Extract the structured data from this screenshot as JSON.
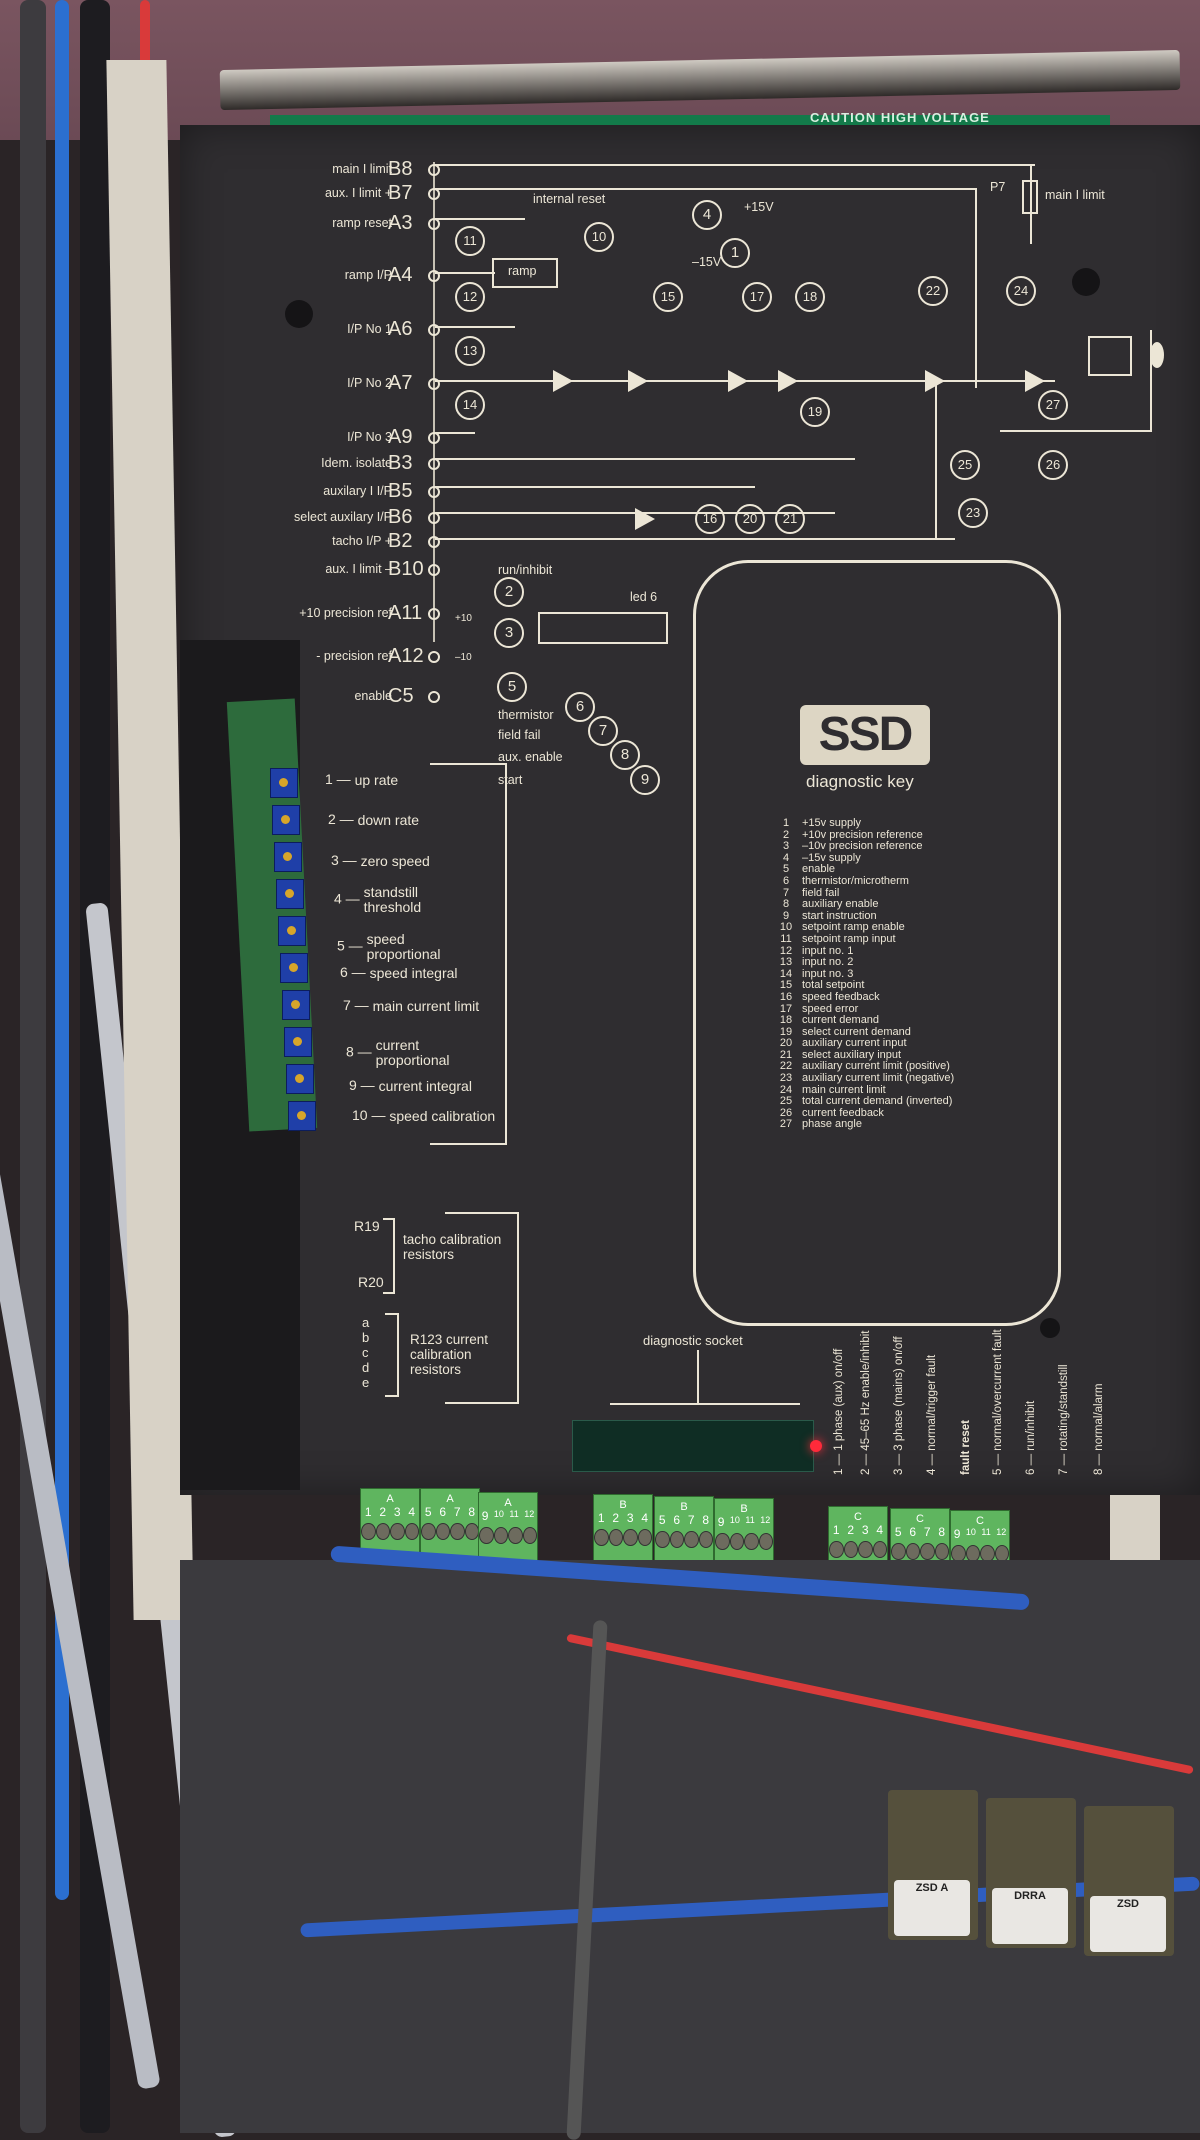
{
  "scene": {
    "description": "Photograph of an SSD DC drive controller panel mounted in an electrical cabinet, with wiring, green terminal blocks and relays",
    "colors": {
      "panel": "#2f2d30",
      "print": "#ece6d6",
      "terminal_green": "#5fb55f",
      "pcb_green": "#137a4a",
      "led_red": "#ff2a3a",
      "wire_blue": "#3a78d8",
      "wire_red": "#d93a3a"
    }
  },
  "top_strip": {
    "caution": "CAUTION HIGH VOLTAGE"
  },
  "input_terminals": [
    {
      "label": "main I limit",
      "terminal": "B8"
    },
    {
      "label": "aux. I limit +",
      "terminal": "B7"
    },
    {
      "label": "ramp reset",
      "terminal": "A3"
    },
    {
      "label": "ramp I/P",
      "terminal": "A4"
    },
    {
      "label": "I/P No 1",
      "terminal": "A6"
    },
    {
      "label": "I/P No 2",
      "terminal": "A7"
    },
    {
      "label": "I/P No 3",
      "terminal": "A9"
    },
    {
      "label": "Idem. isolate",
      "terminal": "B3"
    },
    {
      "label": "auxilary I I/P",
      "terminal": "B5"
    },
    {
      "label": "select auxilary I/P",
      "terminal": "B6"
    },
    {
      "label": "tacho I/P +",
      "terminal": "B2"
    },
    {
      "label": "aux. I limit –",
      "terminal": "B10"
    },
    {
      "label": "+10 precision ref",
      "terminal": "A11"
    },
    {
      "label": "- precision ref",
      "terminal": "A12"
    },
    {
      "label": "enable",
      "terminal": "C5"
    }
  ],
  "diagram": {
    "internal_reset": "internal reset",
    "ramp_block": "ramp",
    "plus15": "+15V",
    "minus15": "–15V",
    "plus10": "+10",
    "minus10": "–10",
    "p7": "P7",
    "main_limit": "main I limit",
    "run_inhibit": "run/inhibit",
    "led6": "led 6",
    "thermistor": "thermistor",
    "field_fail": "field fail",
    "aux_enable": "aux. enable",
    "start": "start",
    "test_points": [
      "1",
      "2",
      "3",
      "4",
      "5",
      "6",
      "7",
      "8",
      "9",
      "10",
      "11",
      "12",
      "13",
      "14",
      "15",
      "16",
      "17",
      "18",
      "19",
      "20",
      "21",
      "22",
      "23",
      "24",
      "25",
      "26",
      "27"
    ]
  },
  "potentiometers": [
    {
      "n": "1",
      "label": "up rate"
    },
    {
      "n": "2",
      "label": "down rate"
    },
    {
      "n": "3",
      "label": "zero speed"
    },
    {
      "n": "4",
      "label": "standstill threshold"
    },
    {
      "n": "5",
      "label": "speed proportional"
    },
    {
      "n": "6",
      "label": "speed integral"
    },
    {
      "n": "7",
      "label": "main current limit"
    },
    {
      "n": "8",
      "label": "current proportional"
    },
    {
      "n": "9",
      "label": "current integral"
    },
    {
      "n": "10",
      "label": "speed calibration"
    }
  ],
  "resistors": {
    "r19": "R19",
    "r20": "R20",
    "tacho_label": "tacho calibration resistors",
    "letters": [
      "a",
      "b",
      "c",
      "d",
      "e"
    ],
    "r123_label": "R123 current calibration resistors"
  },
  "diagnostic_key": {
    "logo": "SSD",
    "title": "diagnostic key",
    "entries": [
      {
        "n": "1",
        "text": "+15v supply"
      },
      {
        "n": "2",
        "text": "+10v precision reference"
      },
      {
        "n": "3",
        "text": "–10v precision reference"
      },
      {
        "n": "4",
        "text": "–15v supply"
      },
      {
        "n": "5",
        "text": "enable"
      },
      {
        "n": "6",
        "text": "thermistor/microtherm"
      },
      {
        "n": "7",
        "text": "field fail"
      },
      {
        "n": "8",
        "text": "auxiliary enable"
      },
      {
        "n": "9",
        "text": "start instruction"
      },
      {
        "n": "10",
        "text": "setpoint ramp enable"
      },
      {
        "n": "11",
        "text": "setpoint ramp input"
      },
      {
        "n": "12",
        "text": "input no. 1"
      },
      {
        "n": "13",
        "text": "input no. 2"
      },
      {
        "n": "14",
        "text": "input no. 3"
      },
      {
        "n": "15",
        "text": "total setpoint"
      },
      {
        "n": "16",
        "text": "speed feedback"
      },
      {
        "n": "17",
        "text": "speed error"
      },
      {
        "n": "18",
        "text": "current demand"
      },
      {
        "n": "19",
        "text": "select current demand"
      },
      {
        "n": "20",
        "text": "auxiliary current input"
      },
      {
        "n": "21",
        "text": "select auxiliary input"
      },
      {
        "n": "22",
        "text": "auxiliary current limit (positive)"
      },
      {
        "n": "23",
        "text": "auxiliary current limit (negative)"
      },
      {
        "n": "24",
        "text": "main current limit"
      },
      {
        "n": "25",
        "text": "total current demand (inverted)"
      },
      {
        "n": "26",
        "text": "current feedback"
      },
      {
        "n": "27",
        "text": "phase angle"
      }
    ]
  },
  "diagnostic_socket": {
    "label": "diagnostic socket"
  },
  "status_leds": [
    {
      "n": "1",
      "text": "1 phase (aux) on/off"
    },
    {
      "n": "2",
      "text": "45–65 Hz enable/inhibit"
    },
    {
      "n": "3",
      "text": "3 phase (mains) on/off"
    },
    {
      "n": "4",
      "text": "normal/trigger fault"
    },
    {
      "n": "",
      "text": "fault reset"
    },
    {
      "n": "5",
      "text": "normal/overcurrent fault"
    },
    {
      "n": "6",
      "text": "run/inhibit"
    },
    {
      "n": "7",
      "text": "rotating/standstill"
    },
    {
      "n": "8",
      "text": "normal/alarm"
    }
  ],
  "terminal_blocks": [
    {
      "letter": "A",
      "pins": [
        "1",
        "2",
        "3",
        "4"
      ]
    },
    {
      "letter": "A",
      "pins": [
        "5",
        "6",
        "7",
        "8"
      ]
    },
    {
      "letter": "A",
      "pins": [
        "9",
        "10",
        "11",
        "12"
      ]
    },
    {
      "letter": "B",
      "pins": [
        "1",
        "2",
        "3",
        "4"
      ]
    },
    {
      "letter": "B",
      "pins": [
        "5",
        "6",
        "7",
        "8"
      ]
    },
    {
      "letter": "B",
      "pins": [
        "9",
        "10",
        "11",
        "12"
      ]
    },
    {
      "letter": "C",
      "pins": [
        "1",
        "2",
        "3",
        "4"
      ]
    },
    {
      "letter": "C",
      "pins": [
        "5",
        "6",
        "7",
        "8"
      ]
    },
    {
      "letter": "C",
      "pins": [
        "9",
        "10",
        "11",
        "12"
      ]
    }
  ],
  "relays": [
    {
      "label": "ZSD A"
    },
    {
      "label": "DRRA"
    },
    {
      "label": "ZSD"
    }
  ]
}
